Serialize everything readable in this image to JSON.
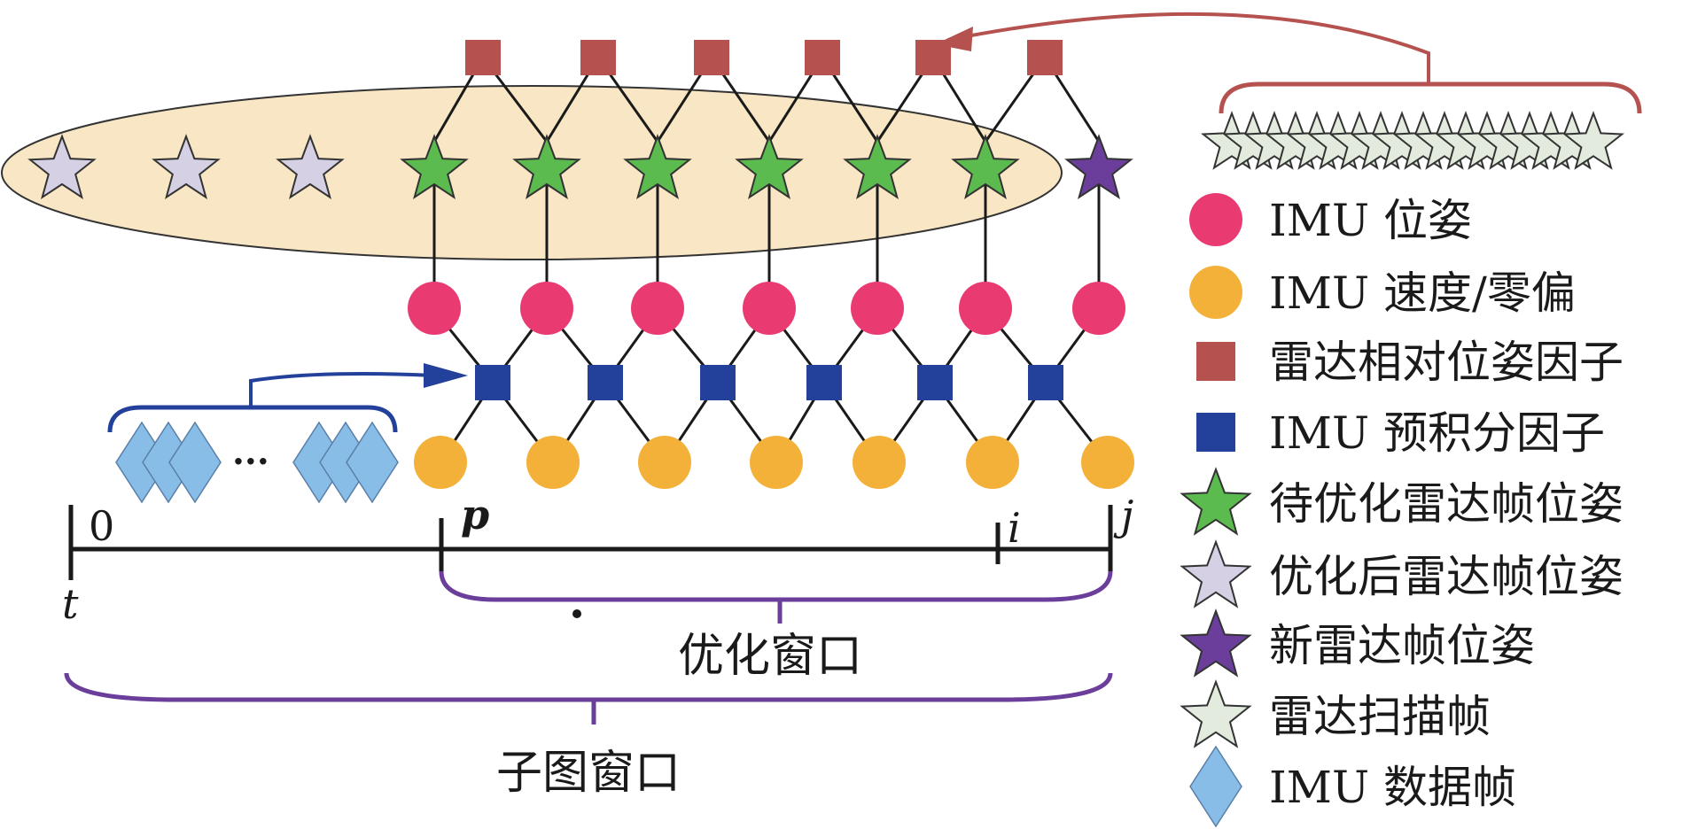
{
  "colors": {
    "imu_pose": "#EA3A72",
    "imu_velocity_bias": "#F3B13A",
    "radar_relative_pose_factor": "#B5524F",
    "imu_preintegration_factor": "#23409A",
    "radar_frame_to_optimize": "#5BBB4E",
    "optimized_radar_frame": "#D5D0E4",
    "new_radar_frame": "#6A3E9A",
    "radar_scan_frame": "#E2EBDD",
    "imu_data_frame": "#88BDE8",
    "window_bracket": "#6A3E9A",
    "imu_bracket": "#23409A",
    "scan_bracket": "#B5524F",
    "ellipse_fill": "#F8E6C4"
  },
  "axis": {
    "t_label": "t",
    "tick_0": "0",
    "tick_p": "p",
    "tick_i": "i",
    "tick_j": "j"
  },
  "windows": {
    "optimization_window": "优化窗口",
    "submap_window": "子图窗口"
  },
  "imu_frames": {
    "ellipsis": "···"
  },
  "legend": [
    {
      "icon": "circle",
      "color_key": "imu_pose",
      "label": "IMU 位姿"
    },
    {
      "icon": "circle",
      "color_key": "imu_velocity_bias",
      "label": "IMU 速度/零偏"
    },
    {
      "icon": "square",
      "color_key": "radar_relative_pose_factor",
      "label": "雷达相对位姿因子"
    },
    {
      "icon": "square",
      "color_key": "imu_preintegration_factor",
      "label": "IMU 预积分因子"
    },
    {
      "icon": "star",
      "color_key": "radar_frame_to_optimize",
      "label": "待优化雷达帧位姿"
    },
    {
      "icon": "star",
      "color_key": "optimized_radar_frame",
      "label": "优化后雷达帧位姿"
    },
    {
      "icon": "star",
      "color_key": "new_radar_frame",
      "label": "新雷达帧位姿"
    },
    {
      "icon": "star",
      "color_key": "radar_scan_frame",
      "label": "雷达扫描帧"
    },
    {
      "icon": "diamond",
      "color_key": "imu_data_frame",
      "label": "IMU 数据帧"
    }
  ]
}
